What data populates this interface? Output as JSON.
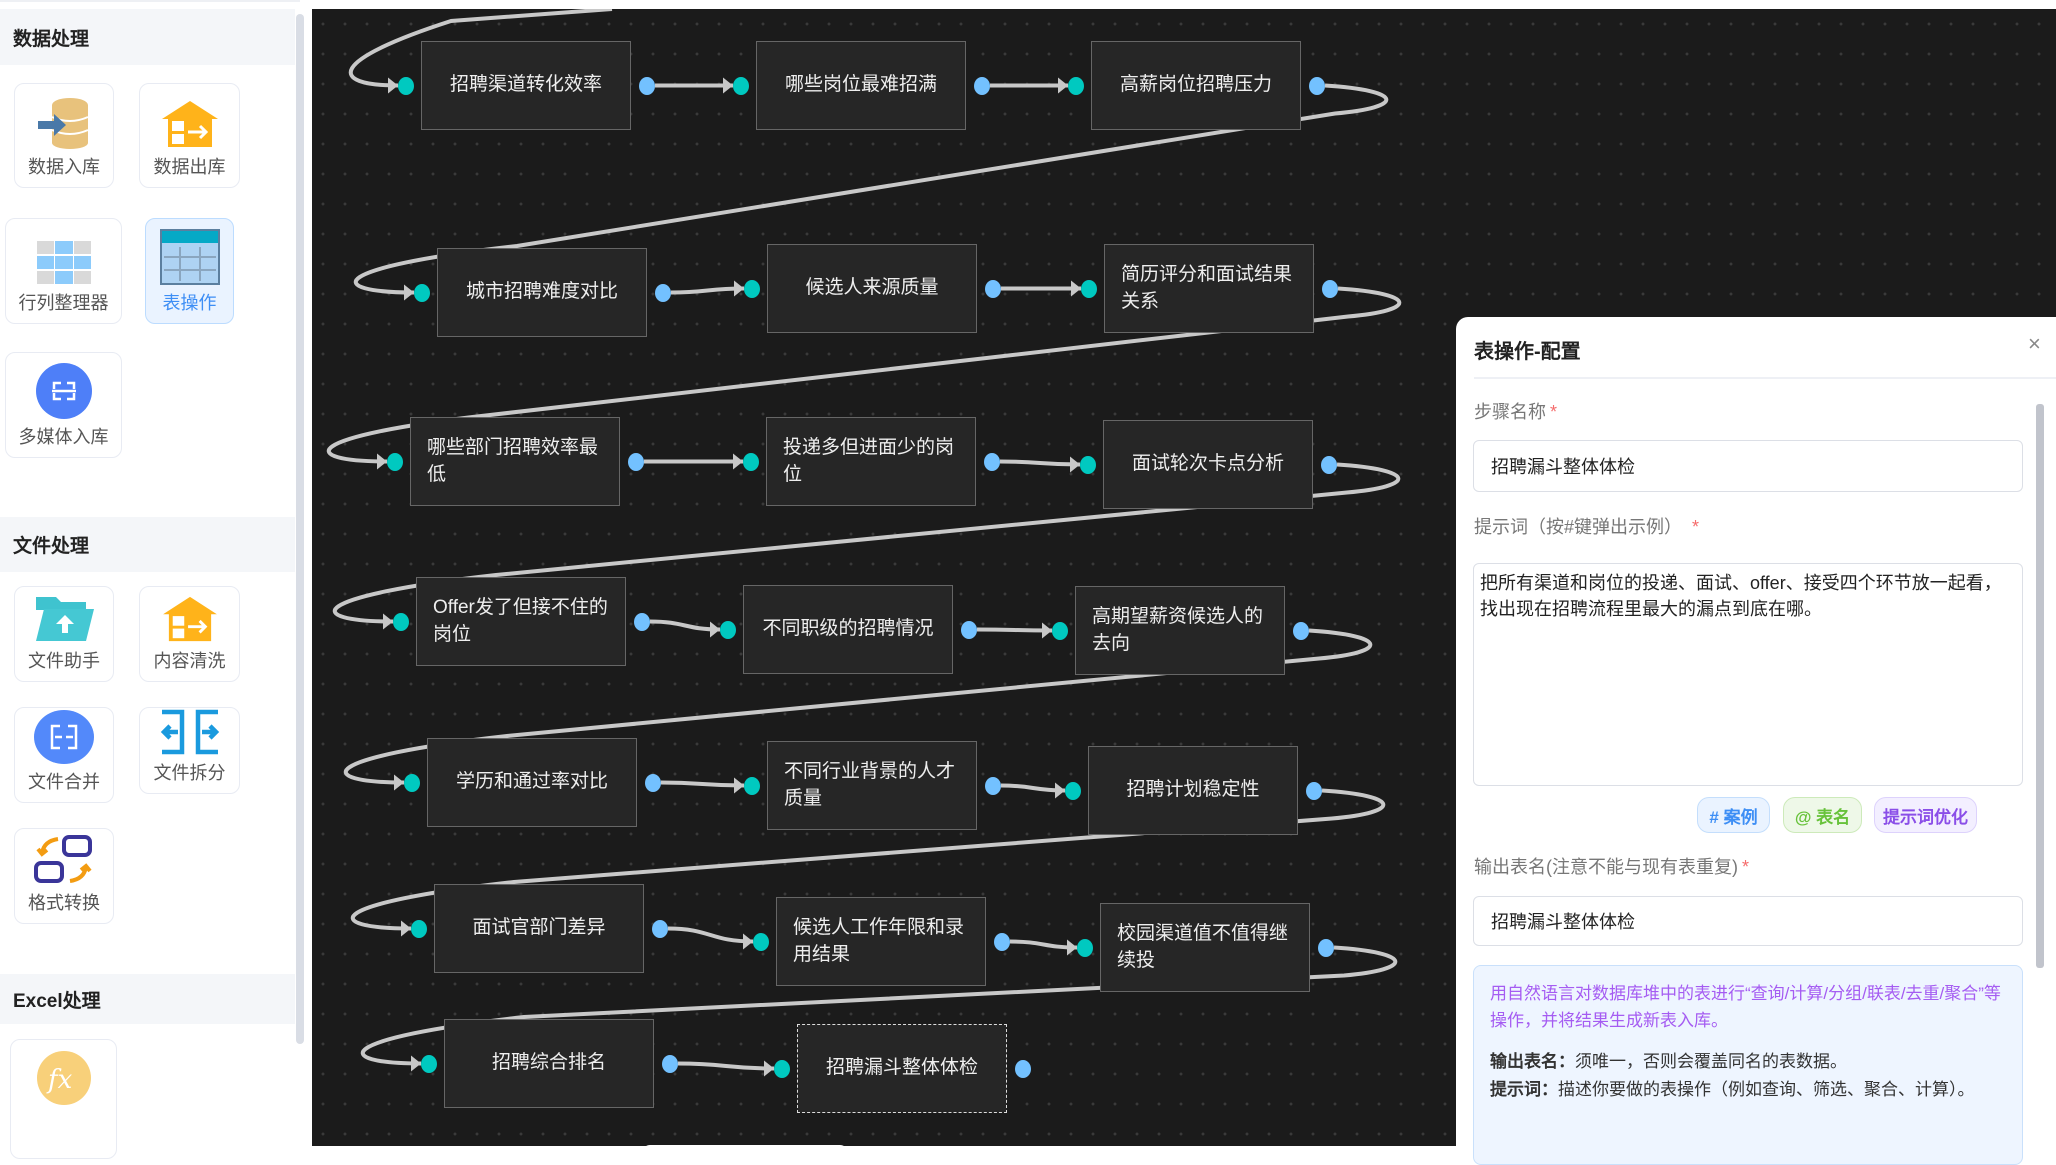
{
  "sidebar": {
    "sections": [
      {
        "title": "数据处理",
        "items": [
          {
            "label": "数据入库",
            "icon": "database-import-icon"
          },
          {
            "label": "数据出库",
            "icon": "house-export-icon"
          },
          {
            "label": "行列整理器",
            "icon": "grid-icon"
          },
          {
            "label": "表操作",
            "icon": "table-icon",
            "selected": true
          },
          {
            "label": "多媒体入库",
            "icon": "scan-icon"
          }
        ]
      },
      {
        "title": "文件处理",
        "items": [
          {
            "label": "文件助手",
            "icon": "folder-upload-icon"
          },
          {
            "label": "内容清洗",
            "icon": "house-export-icon"
          },
          {
            "label": "文件合并",
            "icon": "merge-icon"
          },
          {
            "label": "文件拆分",
            "icon": "split-icon"
          },
          {
            "label": "格式转换",
            "icon": "convert-icon"
          }
        ]
      },
      {
        "title": "Excel处理",
        "items": [
          {
            "label": "",
            "icon": "fx-icon"
          }
        ]
      }
    ]
  },
  "canvas": {
    "nodes": [
      "招聘渠道转化效率",
      "哪些岗位最难招满",
      "高薪岗位招聘压力",
      "城市招聘难度对比",
      "候选人来源质量",
      "简历评分和面试结果关系",
      "哪些部门招聘效率最低",
      "投递多但进面少的岗位",
      "面试轮次卡点分析",
      "Offer发了但接不住的岗位",
      "不同职级的招聘情况",
      "高期望薪资候选人的去向",
      "学历和通过率对比",
      "不同行业背景的人才质量",
      "招聘计划稳定性",
      "面试官部门差异",
      "候选人工作年限和录用结果",
      "校园渠道值不值得继续投",
      "招聘综合排名",
      "招聘漏斗整体体检"
    ],
    "selected_node": "招聘漏斗整体体检",
    "colors": {
      "input_port": "#00c9c0",
      "output_port": "#73c1ff",
      "wire": "#c8c8c8"
    }
  },
  "panel": {
    "title": "表操作-配置",
    "close": "×",
    "step_name_label": "步骤名称",
    "step_name_value": "招聘漏斗整体体检",
    "prompt_label": "提示词（按#键弹出示例）",
    "prompt_value": "把所有渠道和岗位的投递、面试、offer、接受四个环节放一起看，找出现在招聘流程里最大的漏点到底在哪。",
    "required_mark": "*",
    "chips": {
      "examples": "# 案例",
      "table_name": "@ 表名",
      "optimize": "提示词优化"
    },
    "output_label": "输出表名(注意不能与现有表重复)",
    "output_value": "招聘漏斗整体体检",
    "info": {
      "desc": "用自然语言对数据库堆中的表进行“查询/计算/分组/联表/去重/聚合”等操作，并将结果生成新表入库。",
      "output_title": "输出表名：",
      "output_text": "须唯一，否则会覆盖同名的表数据。",
      "prompt_title": "提示词：",
      "prompt_text": "描述你要做的表操作（例如查询、筛选、聚合、计算）。"
    }
  }
}
